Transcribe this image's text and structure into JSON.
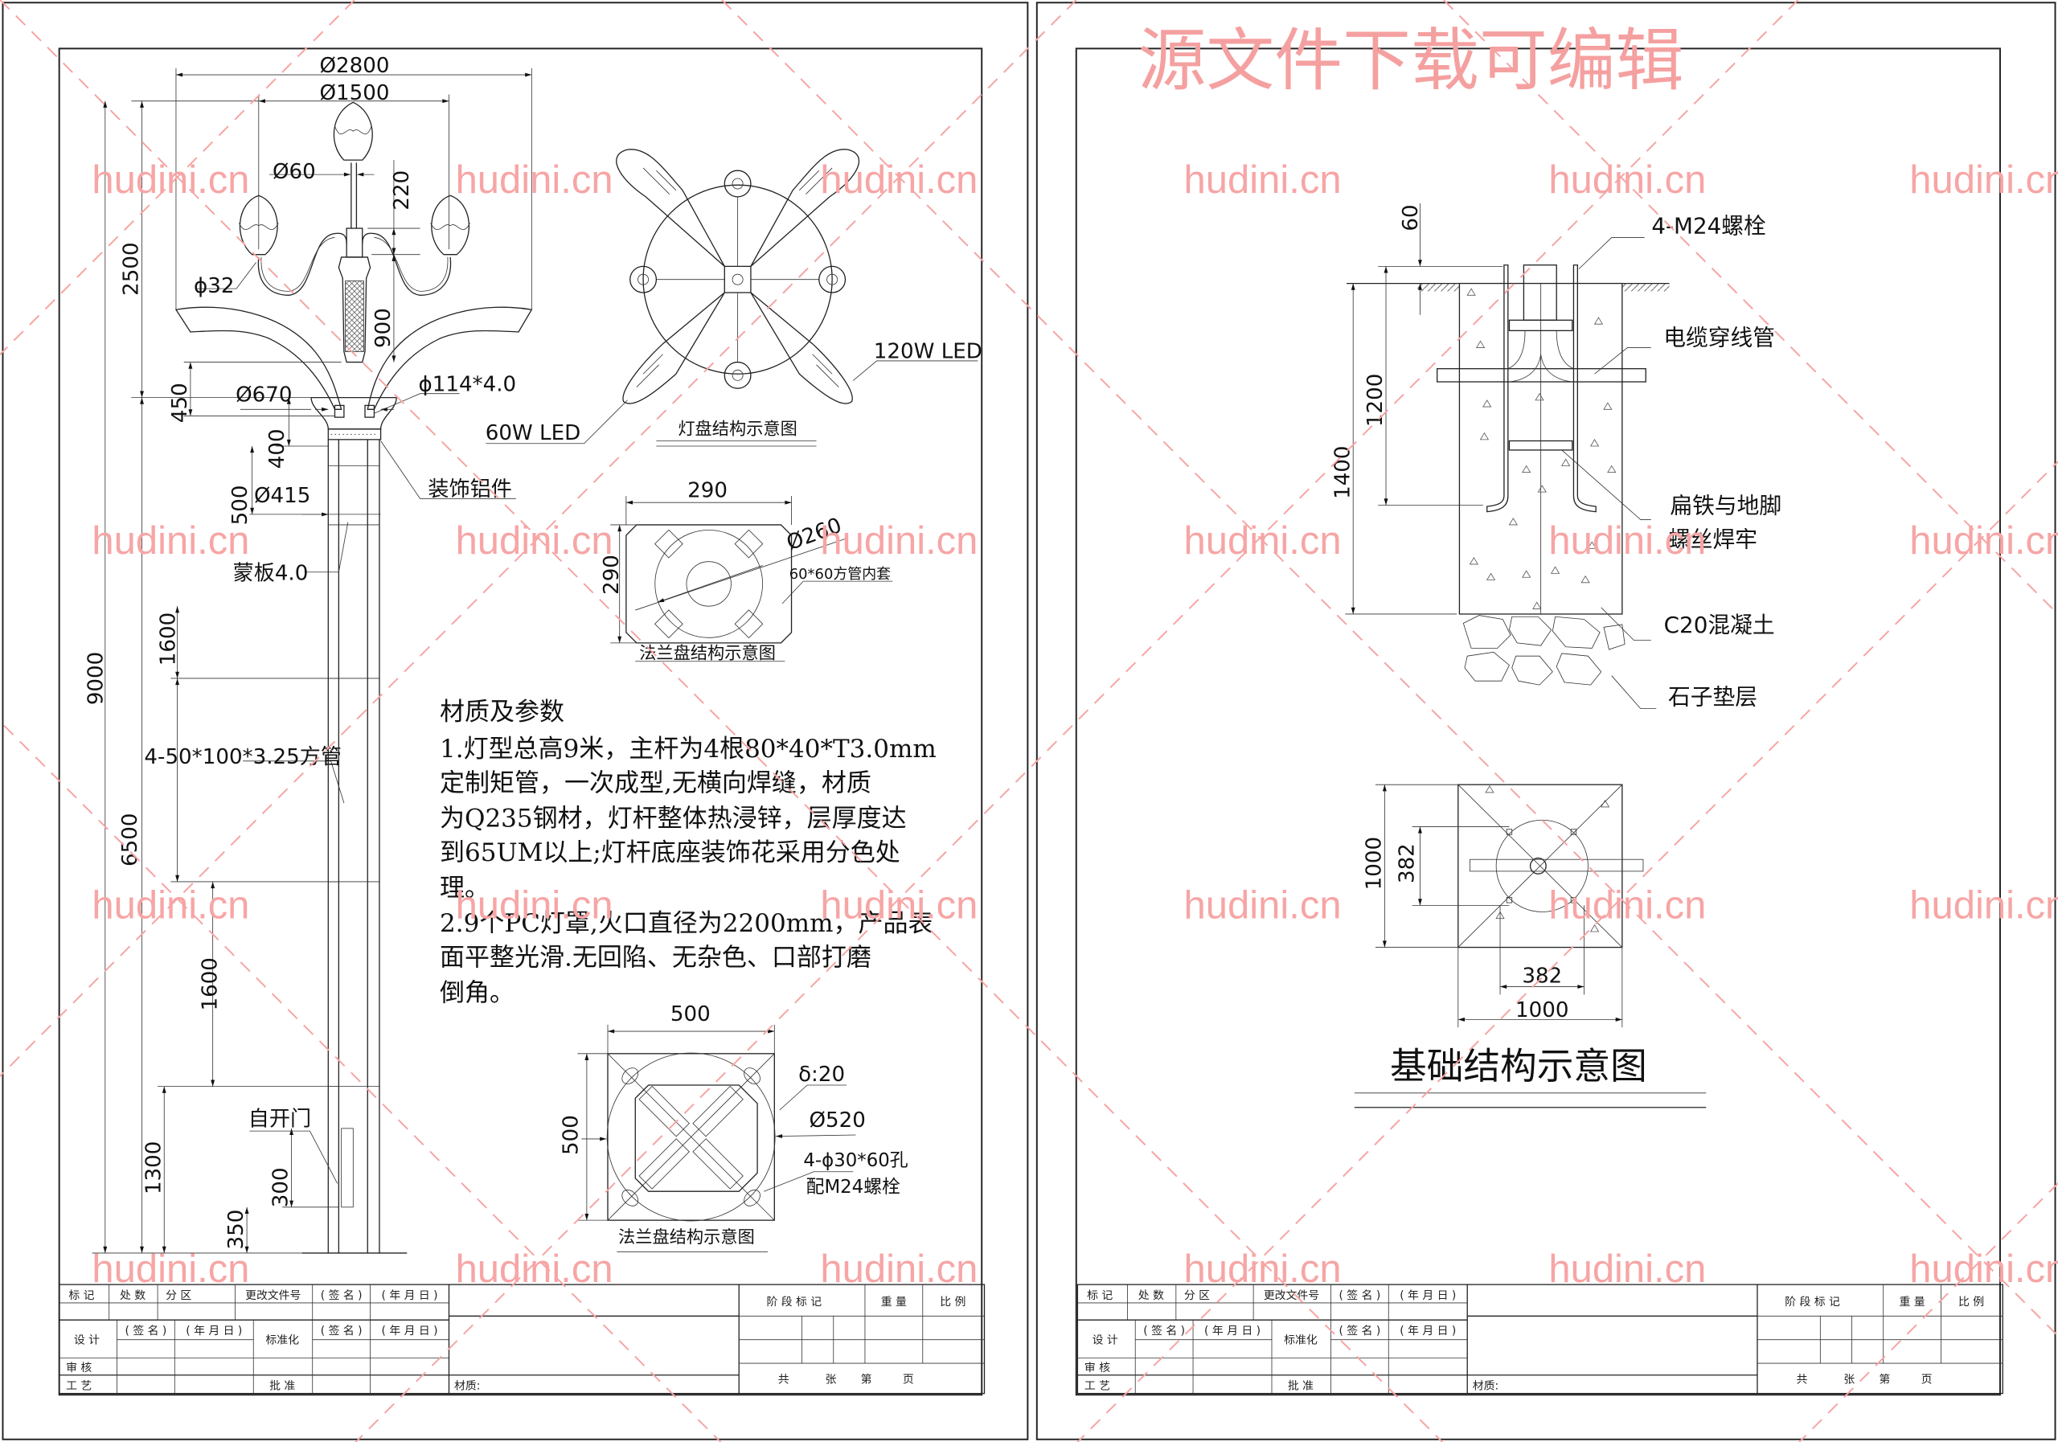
{
  "watermark": {
    "text": "hudini.cn",
    "banner": "源文件下载可编辑",
    "color": "#f5a0a0"
  },
  "left_sheet": {
    "pole_dims": {
      "d2800": "Ø2800",
      "d1500": "Ø1500",
      "d60": "Ø60",
      "h220": "220",
      "d32": "ϕ32",
      "h2500": "2500",
      "h900": "900",
      "h450": "450",
      "d670": "Ø670",
      "tube": "ϕ114*4.0",
      "h400": "400",
      "h500": "500",
      "d415": "Ø415",
      "h9000": "9000",
      "h1600a": "1600",
      "h6500": "6500",
      "h1600b": "1600",
      "h1300": "1300",
      "h300": "300",
      "h350": "350"
    },
    "pole_labels": {
      "decor": "装饰铝件",
      "cover": "蒙板4.0",
      "square_tube": "4-50*100*3.25方管",
      "door": "自开门"
    },
    "lamp_plate": {
      "led120": "120W LED",
      "led60": "60W LED",
      "title": "灯盘结构示意图"
    },
    "flange_small": {
      "w": "290",
      "h": "290",
      "d": "Ø260",
      "note": "60*60方管内套",
      "title": "法兰盘结构示意图"
    },
    "notes": {
      "heading": "材质及参数",
      "lines": [
        "1.灯型总高9米，主杆为4根80*40*T3.0mm",
        "定制矩管，一次成型,无横向焊缝，材质",
        "为Q235钢材，灯杆整体热浸锌，层厚度达",
        "到65UM以上;灯杆底座装饰花采用分色处",
        "理。",
        "2.9个PC灯罩,火口直径为2200mm，产品表",
        "面平整光滑.无回陷、无杂色、口部打磨",
        "倒角。"
      ]
    },
    "flange_large": {
      "w": "500",
      "h": "500",
      "thickness": "δ:20",
      "d": "Ø520",
      "holes": "4-ϕ30*60孔",
      "bolts": "配M24螺栓",
      "title": "法兰盘结构示意图"
    }
  },
  "right_sheet": {
    "foundation": {
      "bolts": "4-M24螺栓",
      "h60": "60",
      "cable_pipe": "电缆穿线管",
      "h1200": "1200",
      "h1400": "1400",
      "weld1": "扁铁与地脚",
      "weld2": "螺丝焊牢",
      "concrete": "C20混凝土",
      "gravel": "石子垫层",
      "plan_v1000": "1000",
      "plan_v382": "382",
      "plan_h382": "382",
      "plan_h1000": "1000",
      "title": "基础结构示意图"
    }
  },
  "title_block": {
    "mark": "标 记",
    "count": "处 数",
    "zone": "分  区",
    "change_doc": "更改文件号",
    "sign": "( 签 名 )",
    "date": "( 年 月 日 )",
    "design": "设 计",
    "standard": "标准化",
    "review": "审 核",
    "process": "工 艺",
    "approve": "批  准",
    "material": "材质:",
    "stage": "阶 段 标 记",
    "weight": "重 量",
    "scale": "比 例",
    "sheets": [
      "共",
      "张",
      "第",
      "页"
    ]
  }
}
